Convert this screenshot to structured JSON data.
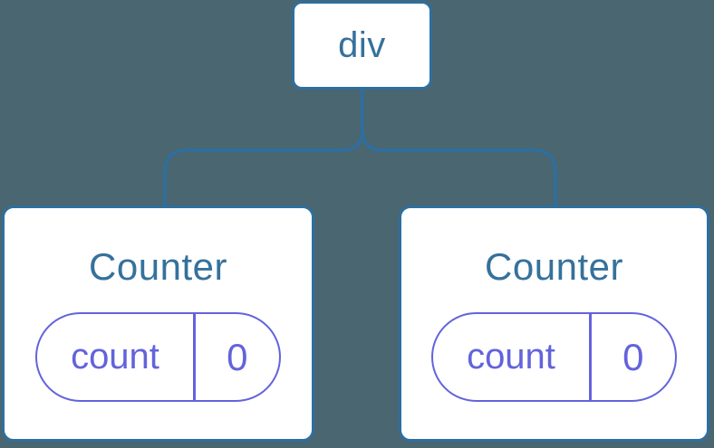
{
  "diagram": {
    "root": {
      "label": "div"
    },
    "children": [
      {
        "title": "Counter",
        "state": {
          "label": "count",
          "value": "0"
        }
      },
      {
        "title": "Counter",
        "state": {
          "label": "count",
          "value": "0"
        }
      }
    ]
  },
  "colors": {
    "background": "#4A6670",
    "node_border": "#2E6F9F",
    "node_text": "#35719B",
    "node_fill": "#FFFFFF",
    "state_accent": "#6363DC"
  }
}
